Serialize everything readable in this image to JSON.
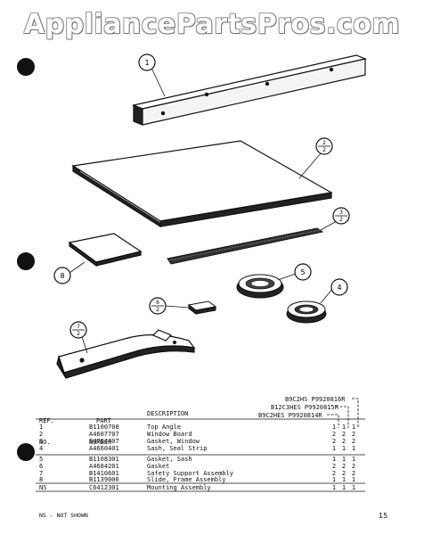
{
  "watermark": "AppliancePartsPros.com",
  "callouts": {
    "c1": "1",
    "c2_num": "2",
    "c2_den": "2",
    "c3_num": "3",
    "c3_den": "2",
    "c4": "4",
    "c5": "5",
    "c6_num": "6",
    "c6_den": "2",
    "c7_num": "7",
    "c7_den": "2",
    "c8": "8"
  },
  "table": {
    "col_ref": [
      "REF.",
      "NO."
    ],
    "col_part": [
      "PART",
      "NUMBER"
    ],
    "col_desc": "DESCRIPTION",
    "models": [
      "B9C2HS P9920816R",
      "B12C3HES P9920815R",
      "B9C2HES P9920814R"
    ],
    "rows": [
      {
        "ref": "1",
        "part": "B1100708",
        "desc": "Top Angle",
        "q": [
          "1",
          "1",
          "1"
        ]
      },
      {
        "ref": "2",
        "part": "A4607707",
        "desc": "Window Board",
        "q": [
          "2",
          "2",
          "2"
        ]
      },
      {
        "ref": "3",
        "part": "B4764407",
        "desc": "Gasket, Window",
        "q": [
          "2",
          "2",
          "2"
        ]
      },
      {
        "ref": "4",
        "part": "A4660401",
        "desc": "Sash, Seal Strip",
        "q": [
          "1",
          "1",
          "1"
        ]
      },
      {
        "ref": "5",
        "part": "B1108301",
        "desc": "Gasket, Sash",
        "q": [
          "1",
          "1",
          "1"
        ]
      },
      {
        "ref": "6",
        "part": "A4684201",
        "desc": "Gasket",
        "q": [
          "2",
          "2",
          "2"
        ]
      },
      {
        "ref": "7",
        "part": "B1410601",
        "desc": "Safety Support Assembly",
        "q": [
          "2",
          "2",
          "2"
        ]
      },
      {
        "ref": "8",
        "part": "B1139006",
        "desc": "Slide, Frame Assembly",
        "q": [
          "1",
          "1",
          "1"
        ]
      },
      {
        "ref": "NS",
        "part": "C6412301",
        "desc": "Mounting Assembly",
        "q": [
          "1",
          "1",
          "1"
        ]
      }
    ]
  },
  "footer_note": "NS - NOT SHOWN",
  "page_number": "15"
}
